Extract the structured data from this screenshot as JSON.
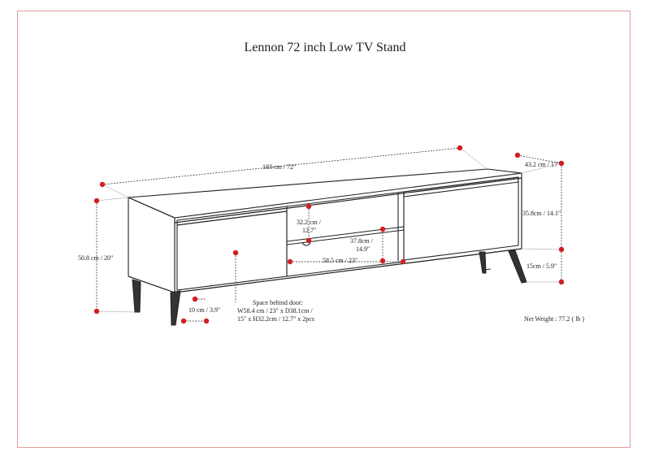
{
  "title": "Lennon 72 inch Low TV Stand",
  "dimensions": {
    "width": "183 cm / 72\"",
    "depth": "43.2 cm / 17\"",
    "height": "50.8 cm / 20\"",
    "cabinet_height": "35.8cm / 14.1\"",
    "leg_clearance": "15cm / 5.9\"",
    "leg_width": "10 cm / 3.9\"",
    "shelf_opening_1": "32.2 cm /",
    "shelf_opening_1b": "12.7\"",
    "shelf_opening_2": "37.8cm /",
    "shelf_opening_2b": "14.9\"",
    "shelf_width": "58.5 cm / 23\""
  },
  "space_behind_door": {
    "line1": "Space behind door:",
    "line2": "W58.4 cm / 23\" x D38.1cm /",
    "line3": "15\" x H32.2cm / 12.7\" x 2pcs"
  },
  "net_weight": "Net Weight : 77.2 ( lb )",
  "colors": {
    "frame": "#e39a9a",
    "dimension_marker": "#d11f1f",
    "line": "#222222"
  }
}
